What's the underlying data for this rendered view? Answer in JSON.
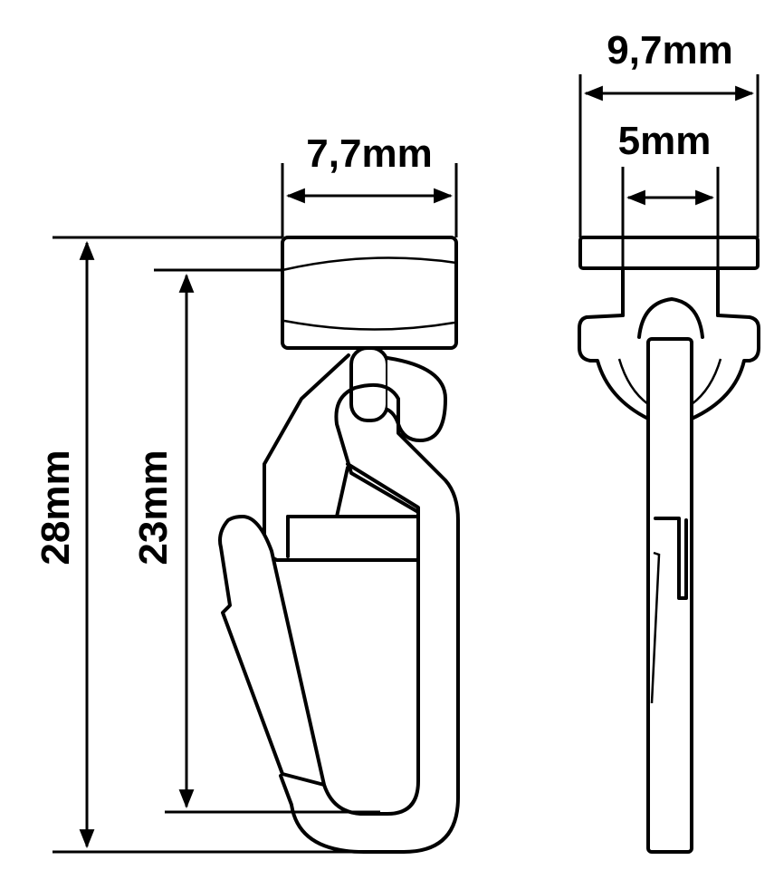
{
  "diagram": {
    "dimensions": {
      "total_height": "28mm",
      "hook_height": "23mm",
      "slider_width": "7,7mm",
      "side_width": "9,7mm",
      "side_neck_width": "5mm"
    },
    "colors": {
      "line": "#000000",
      "background": "#ffffff"
    }
  }
}
